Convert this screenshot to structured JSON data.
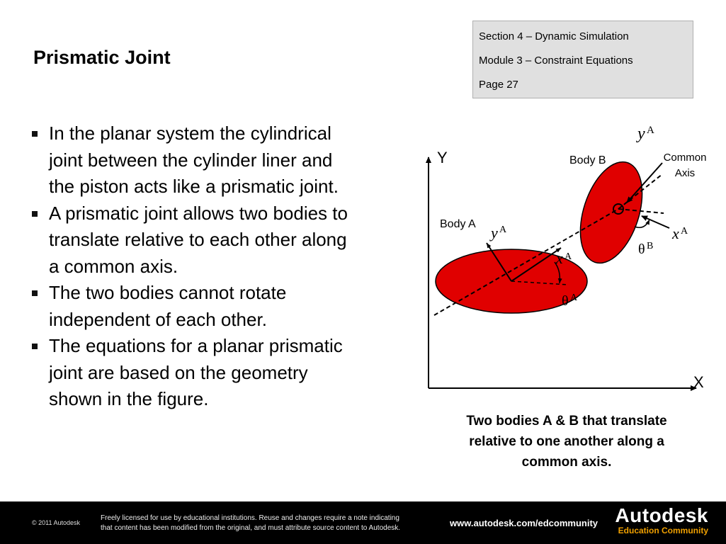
{
  "slide": {
    "title": "Prismatic Joint",
    "section": {
      "line1": "Section 4 – Dynamic Simulation",
      "line2": "Module 3 – Constraint Equations",
      "line3": "Page 27"
    },
    "bullets": [
      "In the planar system the cylindrical joint between the cylinder liner and the piston acts like a prismatic joint.",
      "A prismatic joint allows two bodies to translate relative to each other along a common axis.",
      "The two bodies cannot rotate independent of each other.",
      "The equations for a planar prismatic joint are based on the geometry shown in the figure."
    ],
    "caption": "Two bodies A & B that translate relative to one another along a common axis."
  },
  "figure": {
    "y_axis_label": "Y",
    "x_axis_label": "X",
    "body_a_label": "Body A",
    "body_b_label": "Body B",
    "common_axis_label_1": "Common",
    "common_axis_label_2": "Axis",
    "yA_top": "y",
    "yA_top_sup": "A",
    "yA_mid": "y",
    "yA_mid_sup": "A",
    "xA_mid": "x",
    "xA_mid_sup": "A",
    "xA_right": "x",
    "xA_right_sup": "A",
    "thetaA": "θ",
    "thetaA_sup": "A",
    "thetaB": "θ",
    "thetaB_sup": "B",
    "colors": {
      "body_fill": "#e00000",
      "axis_line": "#000000"
    }
  },
  "footer": {
    "copyright": "© 2011 Autodesk",
    "license_line1": "Freely licensed for use by educational institutions. Reuse and changes require a note indicating",
    "license_line2": "that content has been modified from the original, and must attribute source content to Autodesk.",
    "url": "www.autodesk.com/edcommunity",
    "brand_name": "Autodesk",
    "brand_sub": "Education Community"
  }
}
